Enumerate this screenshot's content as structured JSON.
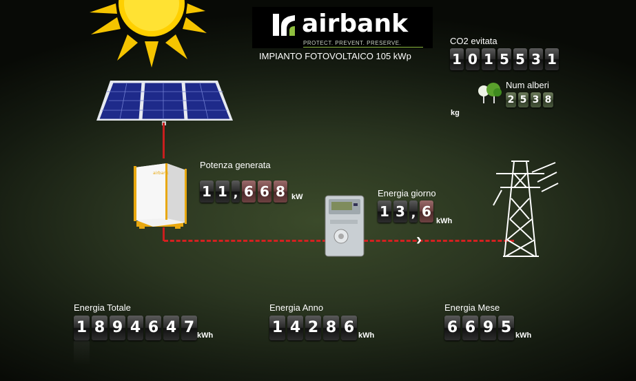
{
  "brand": {
    "name": "airbank",
    "tagline": "PROTECT. PREVENT. PRESERVE."
  },
  "plant_title": "IMPIANTO FOTOVOLTAICO 105 kWp",
  "co2": {
    "label": "CO2 evitata",
    "digits": [
      "1",
      "0",
      "1",
      "5",
      "5",
      "3",
      "1"
    ],
    "unit": "kg"
  },
  "trees": {
    "label": "Num alberi",
    "digits": [
      "2",
      "5",
      "3",
      "8"
    ]
  },
  "power": {
    "label": "Potenza generata",
    "int_digits": [
      "1",
      "1"
    ],
    "separator": ",",
    "dec_digits": [
      "6",
      "6",
      "8"
    ],
    "unit": "kW"
  },
  "day_energy": {
    "label": "Energia giorno",
    "int_digits": [
      "1",
      "3"
    ],
    "separator": ",",
    "dec_digits": [
      "6"
    ],
    "unit": "kWh"
  },
  "total_energy": {
    "label": "Energia Totale",
    "digits": [
      "1",
      "8",
      "9",
      "4",
      "6",
      "4",
      "7"
    ],
    "unit": "kWh"
  },
  "year_energy": {
    "label": "Energia Anno",
    "digits": [
      "1",
      "4",
      "2",
      "8",
      "6"
    ],
    "unit": "kWh"
  },
  "month_energy": {
    "label": "Energia Mese",
    "digits": [
      "6",
      "6",
      "9",
      "5"
    ],
    "unit": "kWh"
  },
  "colors": {
    "wire": "#d42020",
    "brand_green": "#8fbf3f"
  }
}
